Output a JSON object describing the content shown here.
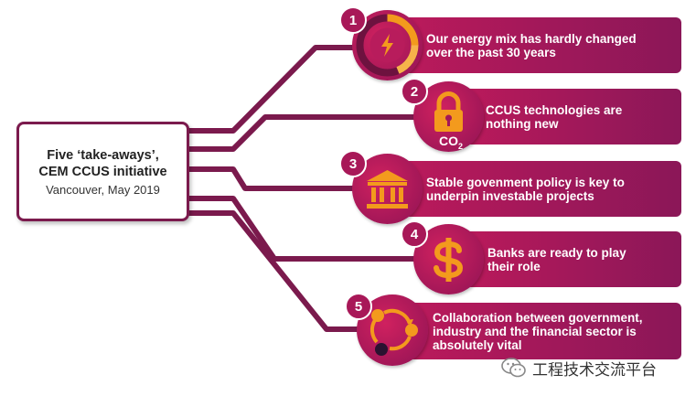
{
  "center": {
    "title_line1": "Five ‘take-aways’,",
    "title_line2": "CEM CCUS initiative",
    "subtitle": "Vancouver, May 2019"
  },
  "items": [
    {
      "number": "1",
      "line1": "Our energy mix has hardly changed",
      "line2": "over the past 30 years",
      "line3": "",
      "icon": "lightning-icon"
    },
    {
      "number": "2",
      "line1": "CCUS technologies are",
      "line2": "nothing new",
      "line3": "",
      "icon": "padlock-icon",
      "icon_caption": "CO",
      "icon_caption_sub": "2"
    },
    {
      "number": "3",
      "line1": "Stable govenment policy is key to",
      "line2": "underpin investable projects",
      "line3": "",
      "icon": "government-building-icon"
    },
    {
      "number": "4",
      "line1": "Banks are ready to play",
      "line2": "their role",
      "line3": "",
      "icon": "dollar-icon"
    },
    {
      "number": "5",
      "line1": "Collaboration between government,",
      "line2": "industry and the financial sector is",
      "line3": "absolutely vital",
      "icon": "collaboration-cycle-icon"
    }
  ],
  "watermark": {
    "text": "工程技术交流平台",
    "icon": "wechat-icon"
  },
  "colors": {
    "accent": "#a81858",
    "accent_light": "#be1a5b",
    "orange": "#f39a1d",
    "frame": "#7b1a4d"
  }
}
